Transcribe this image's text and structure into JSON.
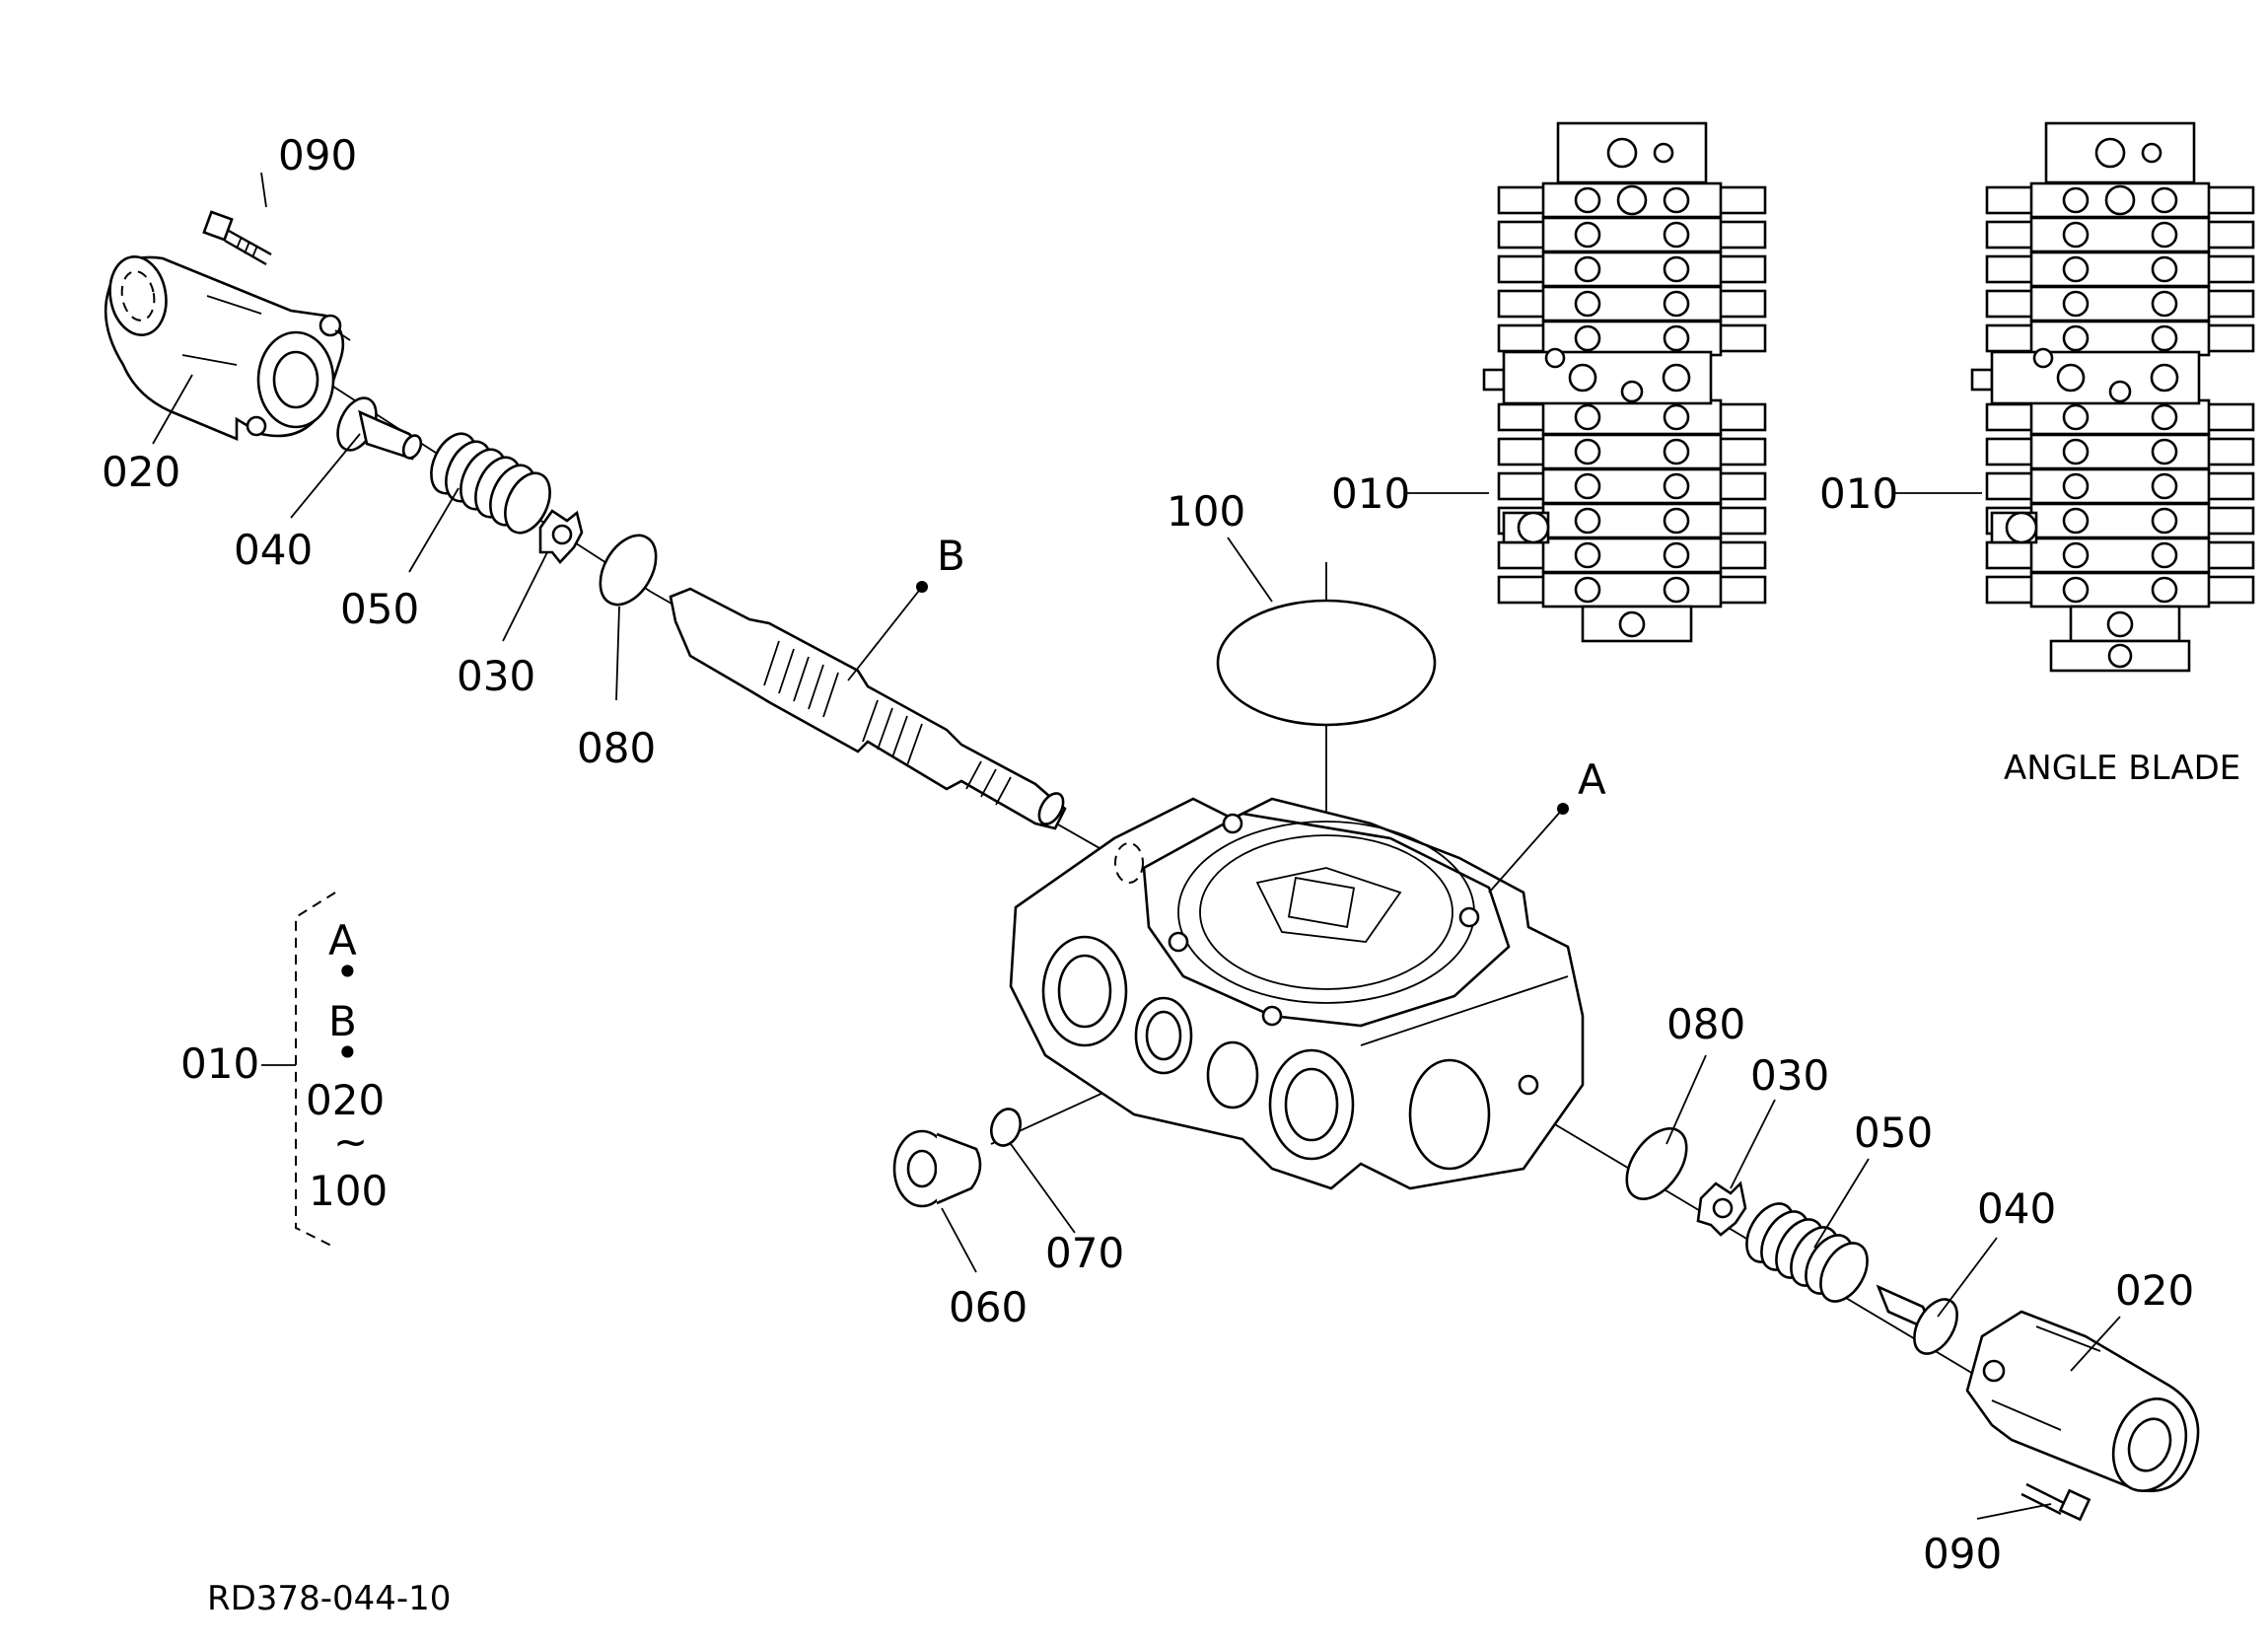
{
  "callouts": [
    {
      "id": "p090_top",
      "text": "090"
    },
    {
      "id": "p020_top",
      "text": "020"
    },
    {
      "id": "p040_top",
      "text": "040"
    },
    {
      "id": "p050_top",
      "text": "050"
    },
    {
      "id": "p030_top",
      "text": "030"
    },
    {
      "id": "p080_top",
      "text": "080"
    },
    {
      "id": "pB",
      "text": "B"
    },
    {
      "id": "p100",
      "text": "100"
    },
    {
      "id": "pA",
      "text": "A"
    },
    {
      "id": "p010_mid",
      "text": "010"
    },
    {
      "id": "p010_right",
      "text": "010"
    },
    {
      "id": "p080_bot",
      "text": "080"
    },
    {
      "id": "p030_bot",
      "text": "030"
    },
    {
      "id": "p050_bot",
      "text": "050"
    },
    {
      "id": "p040_bot",
      "text": "040"
    },
    {
      "id": "p020_bot",
      "text": "020"
    },
    {
      "id": "p090_bot",
      "text": "090"
    },
    {
      "id": "p070",
      "text": "070"
    },
    {
      "id": "p060",
      "text": "060"
    }
  ],
  "valve_views": [
    {
      "id": "standard",
      "caption": ""
    },
    {
      "id": "angle",
      "caption": "ANGLE  BLADE"
    }
  ],
  "legend": {
    "ref": "010",
    "lines": [
      "A",
      "•",
      "B",
      "•",
      "020",
      "~",
      "100"
    ]
  },
  "drawing_number": "RD378-044-10"
}
